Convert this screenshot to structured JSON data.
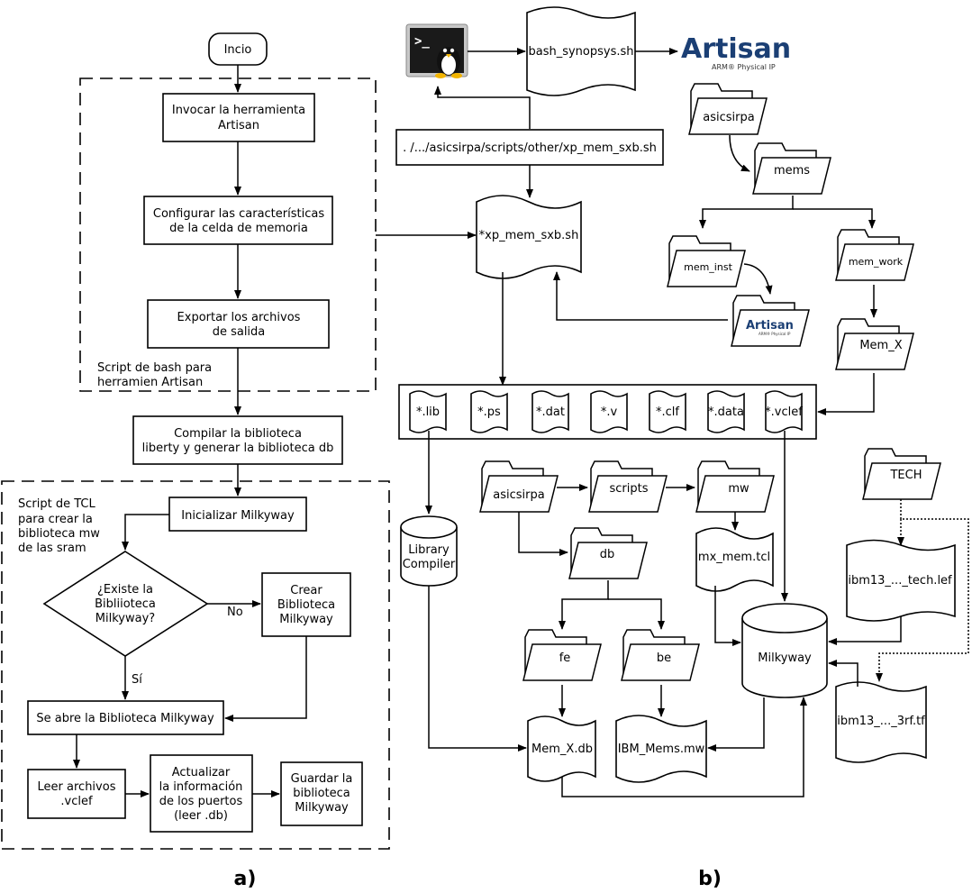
{
  "panel_a": {
    "label": "a)",
    "start": "Incio",
    "bash_script_note_1": "Script de bash para",
    "bash_script_note_2": "herramien Artisan",
    "step1_l1": "Invocar la herramienta",
    "step1_l2": "Artisan",
    "step2_l1": "Configurar las características",
    "step2_l2": "de la celda de memoria",
    "step3_l1": "Exportar los archivos",
    "step3_l2": "de salida",
    "step4_l1": "Compilar la biblioteca",
    "step4_l2": "liberty y generar la biblioteca db",
    "tcl_note_1": "Script de TCL",
    "tcl_note_2": "para crear la",
    "tcl_note_3": "biblioteca mw",
    "tcl_note_4": "de las sram",
    "init": "Inicializar Milkyway",
    "decision_l1": "¿Existe la",
    "decision_l2": "Bibliioteca",
    "decision_l3": "Milkyway?",
    "no": "No",
    "yes": "Sí",
    "create_l1": "Crear",
    "create_l2": "Biblioteca",
    "create_l3": "Milkyway",
    "open": "Se abre la Biblioteca Milkyway",
    "read_l1": "Leer archivos",
    "read_l2": ".vclef",
    "update_l1": "Actualizar",
    "update_l2": "la información",
    "update_l3": "de los puertos",
    "update_l4": "(leer .db)",
    "save_l1": "Guardar la",
    "save_l2": "biblioteca",
    "save_l3": "Milkyway"
  },
  "panel_b": {
    "label": "b)",
    "terminal_prompt": ">_",
    "bash_file": "bash_synopsys.sh",
    "artisan_logo": "Artisan",
    "artisan_sub": "ARM® Physical IP",
    "artisan_logo_small": "Artisan",
    "artisan_sub_small": "ARM® Physical IP",
    "cmd": ". /.../asicsirpa/scripts/other/xp_mem_sxb.sh",
    "xp_file": "*xp_mem_sxb.sh",
    "folder_asicsirpa_top": "asicsirpa",
    "folder_mems": "mems",
    "folder_mem_inst": "mem_inst",
    "folder_mem_work": "mem_work",
    "folder_mem_x": "Mem_X",
    "outputs": [
      "*.lib",
      "*.ps",
      "*.dat",
      "*.v",
      "*.clf",
      "*.data",
      "*.vclef"
    ],
    "library_compiler_l1": "Library",
    "library_compiler_l2": "Compiler",
    "folder_asicsirpa": "asicsirpa",
    "folder_scripts": "scripts",
    "folder_mw": "mw",
    "folder_db": "db",
    "folder_fe": "fe",
    "folder_be": "be",
    "folder_tech": "TECH",
    "mx_mem_tcl": "mx_mem.tcl",
    "tech_lef": "ibm13_..._tech.lef",
    "tf_file": "ibm13_..._3rf.tf",
    "milkyway": "Milkyway",
    "mem_x_db": "Mem_X.db",
    "ibm_mems": "IBM_Mems.mw"
  }
}
